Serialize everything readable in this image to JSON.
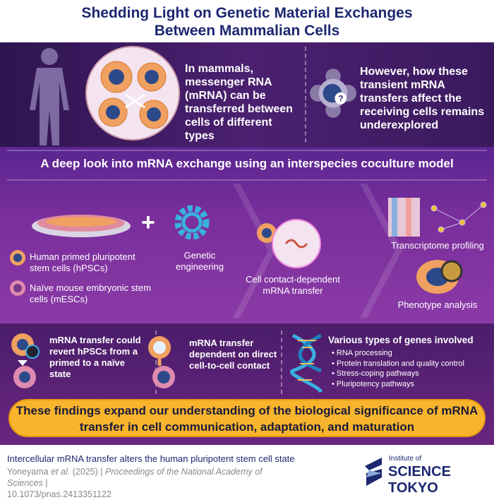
{
  "title": [
    "Shedding Light on Genetic Material Exchanges",
    "Between Mammalian Cells"
  ],
  "top": {
    "left_text": "In mammals, messenger RNA (mRNA) can be transferred between cells of different types",
    "right_text": "However, how these transient mRNA transfers affect the receiving cells remains underexplored"
  },
  "model": {
    "header": "A deep look into mRNA exchange using an interspecies coculture model",
    "hpsc_label": "Human primed pluripotent stem cells (hPSCs)",
    "mesc_label": "Naïve mouse embryonic stem cells (mESCs)",
    "plus": "+",
    "engineering": "Genetic engineering",
    "transfer": "Cell contact-dependent mRNA transfer",
    "transcriptome": "Transcriptome profiling",
    "phenotype": "Phenotype analysis"
  },
  "findings": {
    "revert": "mRNA transfer could revert hPSCs from a primed to a naïve state",
    "contact": "mRNA transfer dependent on direct cell-to-cell contact",
    "genes_title": "Various types of genes involved",
    "genes": [
      "RNA processing",
      "Protein translation and quality control",
      "Stress-coping pathways",
      "Pluripotency pathways"
    ]
  },
  "conclusion": "These findings expand our understanding of the biological significance of mRNA transfer in cell communication, adaptation, and maturation",
  "footer": {
    "paper_title": "Intercellular mRNA transfer alters the human pluripotent stem cell state",
    "authors": "Yoneyama",
    "etal": "et al.",
    "year": "(2025) |",
    "journal": "Proceedings of the National Academy of Sciences",
    "sep": "|",
    "doi": "10.1073/pnas.2413351122",
    "logo_small": "Institute of",
    "logo_big": "SCIENCE TOKYO"
  },
  "colors": {
    "navy": "#1c2770",
    "accent": "#f7b42c",
    "purple": "#5b2590"
  }
}
